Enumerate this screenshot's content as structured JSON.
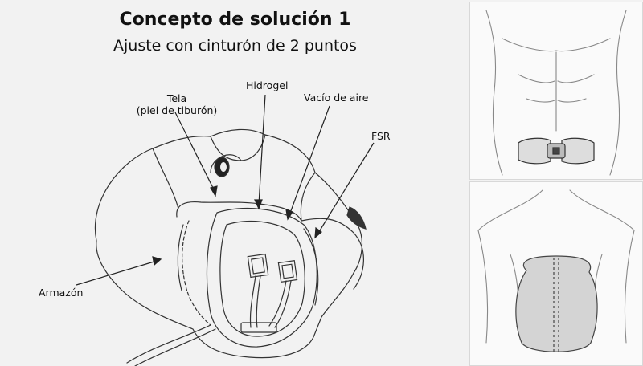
{
  "title": "Concepto de solución 1",
  "subtitle": "Ajuste con cinturón de 2 puntos",
  "labels": {
    "tela_line1": "Tela",
    "tela_line2": "(piel de tiburón)",
    "hidrogel": "Hidrogel",
    "vacio": "Vacío de aire",
    "fsr": "FSR",
    "armazon": "Armazón"
  }
}
